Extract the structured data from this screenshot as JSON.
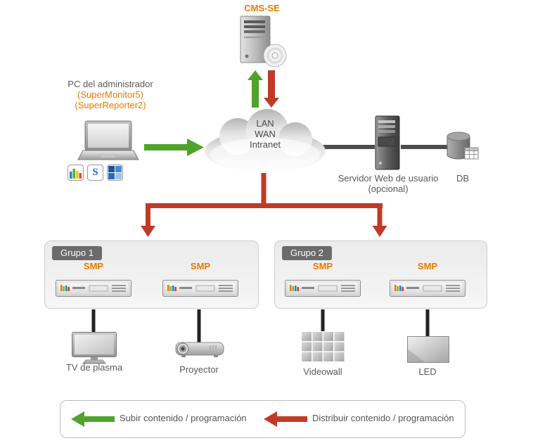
{
  "colors": {
    "accent_orange": "#e87a00",
    "arrow_green": "#4fa32a",
    "arrow_red": "#c03b26",
    "text_gray": "#595959",
    "connector_gray": "#4d4d4d",
    "connector_black": "#222222"
  },
  "cms": {
    "label": "CMS-SE"
  },
  "admin_pc": {
    "title": "PC del administrador",
    "app1": "(SuperMonitor5)",
    "app2": "(SuperReporter2)"
  },
  "cloud": {
    "line1": "LAN",
    "line2": "WAN",
    "line3": "Intranet"
  },
  "web_server": {
    "name": "Servidor Web de usuario",
    "note": "(opcional)"
  },
  "database": {
    "label": "DB"
  },
  "groups": [
    {
      "name": "Grupo 1",
      "players": [
        {
          "label": "SMP"
        },
        {
          "label": "SMP"
        }
      ],
      "displays": [
        {
          "label": "TV de plasma"
        },
        {
          "label": "Proyector"
        }
      ]
    },
    {
      "name": "Grupo 2",
      "players": [
        {
          "label": "SMP"
        },
        {
          "label": "SMP"
        }
      ],
      "displays": [
        {
          "label": "Videowall"
        },
        {
          "label": "LED"
        }
      ]
    }
  ],
  "legend": {
    "upload_label": "Subir contenido / programación",
    "distribute_label": "Distribuir contenido / programación"
  },
  "icons": [
    "cms-server-icon",
    "cd-disc-icon",
    "laptop-icon",
    "supermonitor-app-icon",
    "s-app-icon",
    "windows-app-icon",
    "network-cloud-icon",
    "web-server-icon",
    "database-icon",
    "smp-player-icon",
    "plasma-tv-icon",
    "projector-icon",
    "videowall-icon",
    "led-display-icon",
    "upload-arrow",
    "distribute-arrow"
  ]
}
